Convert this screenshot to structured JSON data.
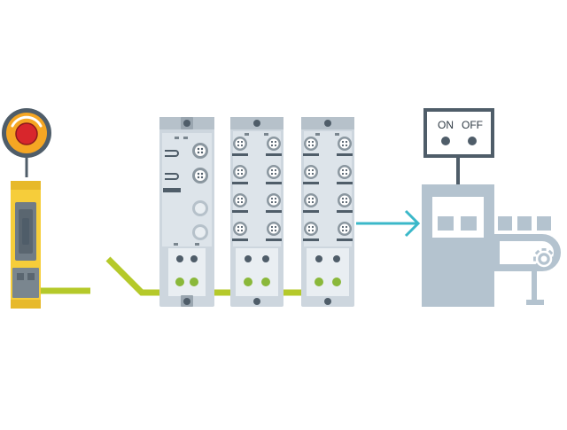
{
  "colors": {
    "cable": "#b5c92a",
    "signal_arrow": "#3bb8c9",
    "module_body": "#cdd6de",
    "module_face": "#dde4ea",
    "machine": "#b4c3cf",
    "dark": "#4f5d69",
    "estop_red": "#d8262c",
    "estop_orange": "#f5a623",
    "safety_yellow": "#f6cd3a",
    "led_green": "#8ab83a"
  },
  "icons": {
    "emergency_stop": "emergency-stop-button",
    "safety_relay": "safety-relay-module",
    "io_module": "io-link-module",
    "machine": "conveyor-machine",
    "gear": "gear-icon"
  },
  "control_panel": {
    "on_label": "ON",
    "off_label": "OFF"
  },
  "module_count": 3
}
